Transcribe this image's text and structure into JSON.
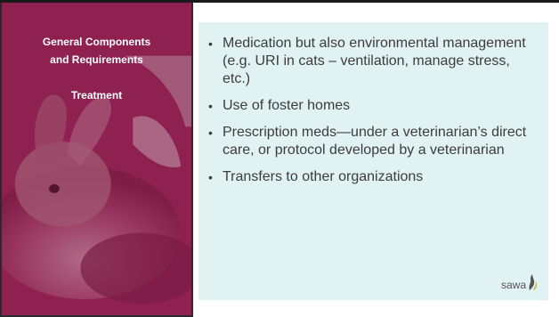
{
  "side_panel": {
    "title_line1": "General Components",
    "title_line2": "and Requirements",
    "subtitle": "Treatment"
  },
  "bullets": [
    {
      "text": "Medication but also environmental management (e.g. URI in cats – ventilation, manage stress, etc.)"
    },
    {
      "text": "Use of foster homes"
    },
    {
      "text": "Prescription meds—under a veterinarian’s direct care, or protocol developed by a veterinarian"
    },
    {
      "text": "Transfers to other organizations"
    }
  ],
  "bullet_glyph": "•",
  "logo": {
    "text": "sawa",
    "icon": "flame-swoosh-icon"
  },
  "colors": {
    "panel": "#8e2150",
    "content_bg": "#e1f2f3",
    "text": "#3c3c3c",
    "logo_accent": "#c9a227"
  }
}
